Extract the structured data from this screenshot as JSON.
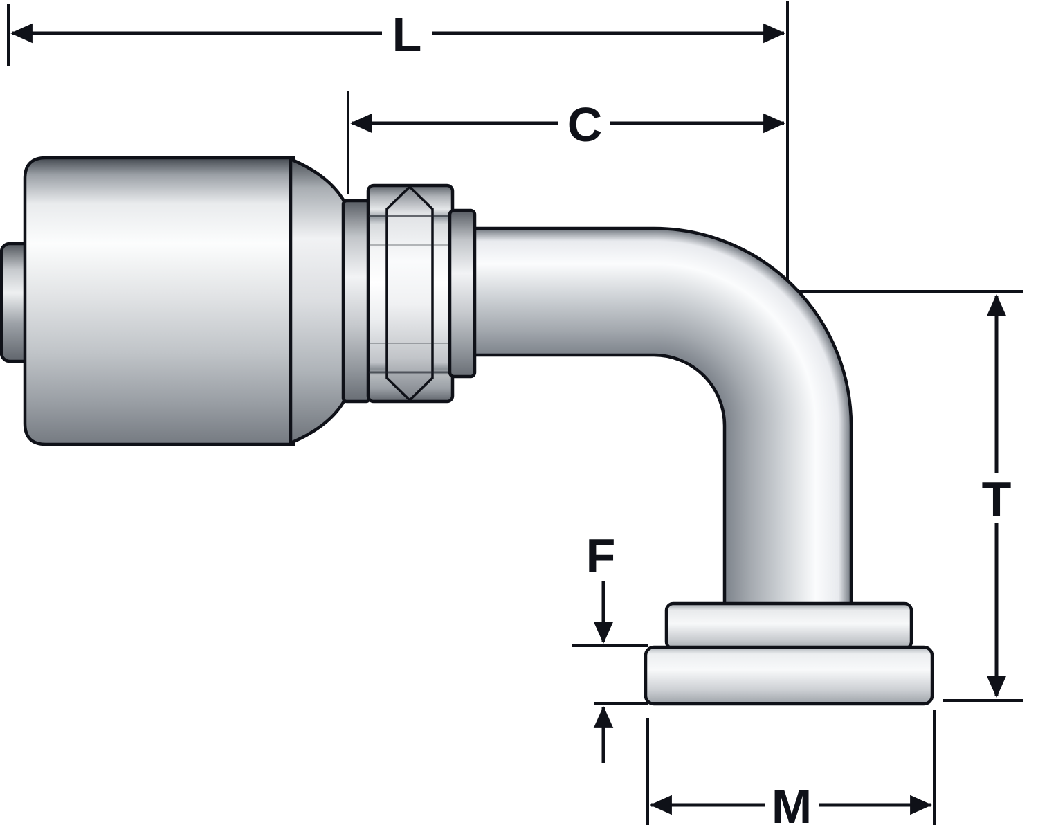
{
  "diagram": {
    "subject": "90-degree flange elbow hydraulic hose fitting, dimensioned line drawing",
    "labels": {
      "L": "L",
      "C": "C",
      "T": "T",
      "F": "F",
      "M": "M"
    },
    "colors": {
      "line": "#0f1118",
      "background": "#ffffff",
      "metal_highlight": "#fcfdfd",
      "metal_mid": "#c0c4c8",
      "metal_shadow": "#6d737b"
    }
  }
}
